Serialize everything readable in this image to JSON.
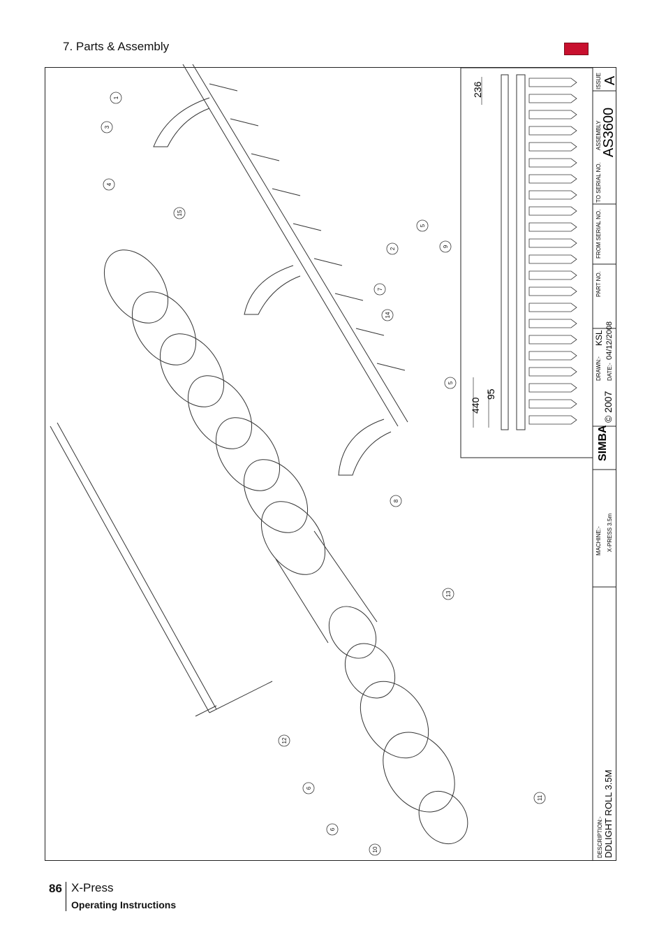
{
  "header": {
    "section_title": "7. Parts & Assembly"
  },
  "footer": {
    "page_number": "86",
    "product": "X-Press",
    "subtitle": "Operating Instructions"
  },
  "title_block": {
    "description_label": "DESCRIPTION:-",
    "description": "DDLIGHT ROLL 3.5M",
    "machine_label": "MACHINE:-",
    "machine": "X-PRESS 3.5m",
    "brand": "SIMBA",
    "copyright": "© 2007",
    "drawn_label": "DRAWN:-",
    "drawn_by": "KSL",
    "date_label": "DATE:-",
    "date": "04/12/2008",
    "part_no_label": "PART NO.",
    "from_serial_label": "FROM SERIAL NO.",
    "to_serial_label": "TO SERIAL NO.",
    "assembly_label": "ASSEMBLY",
    "assembly": "AS3600",
    "issue_label": "ISSUE",
    "issue": "A"
  },
  "dimensions": {
    "top": "236",
    "left_outer": "440",
    "left_inner": "95"
  },
  "callouts": [
    "1",
    "3",
    "4",
    "15",
    "2",
    "5",
    "9",
    "7",
    "14",
    "5",
    "8",
    "13",
    "12",
    "6",
    "6",
    "10",
    "11"
  ]
}
